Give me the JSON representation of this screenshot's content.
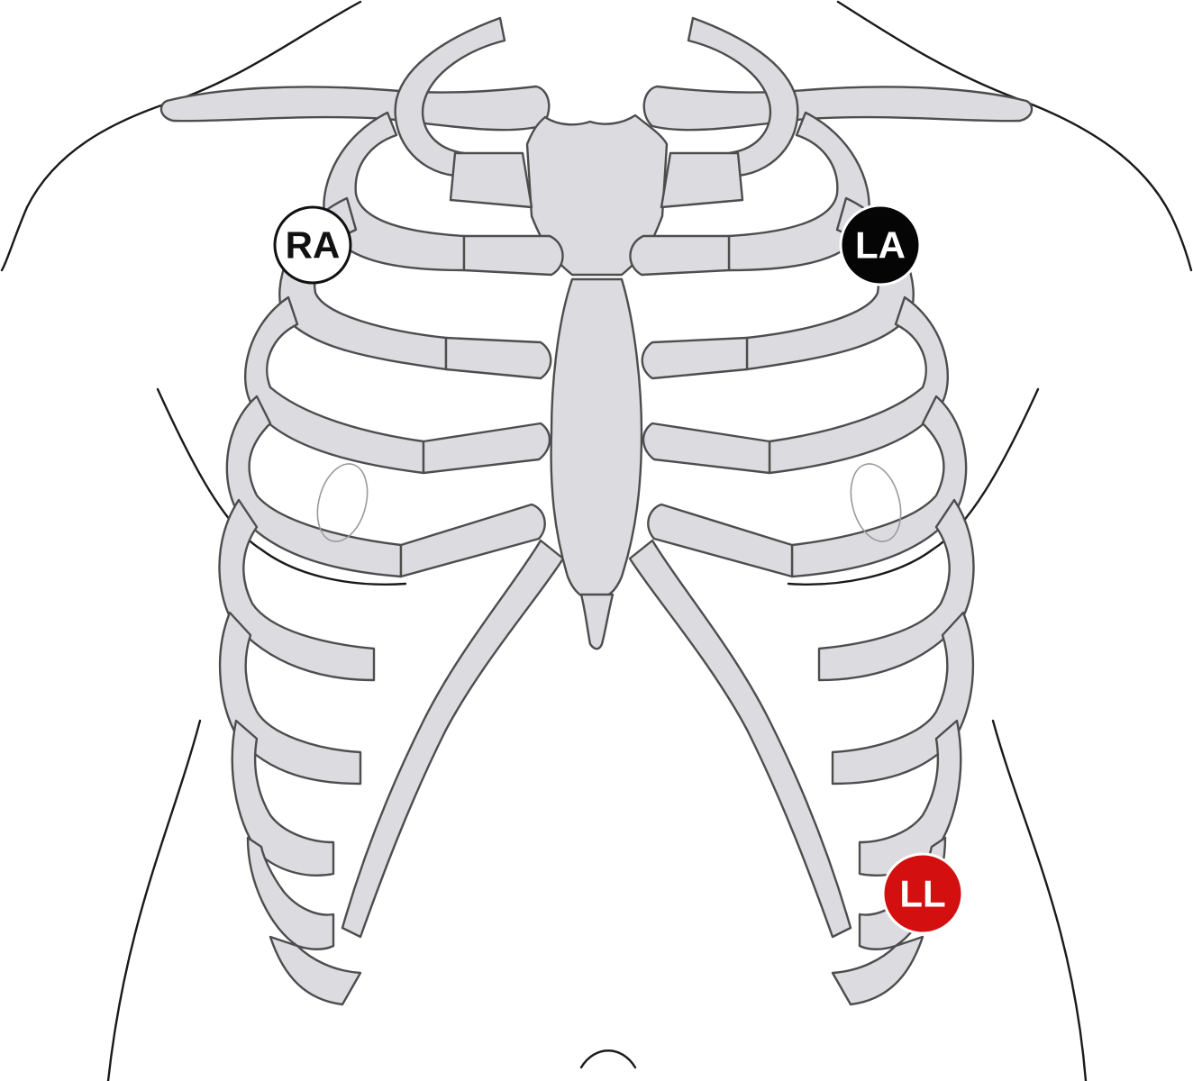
{
  "electrodes": {
    "ra": {
      "label": "RA",
      "fill": "#ffffff",
      "text_color": "#111111"
    },
    "la": {
      "label": "LA",
      "fill": "#050505",
      "text_color": "#ffffff"
    },
    "ll": {
      "label": "LL",
      "fill": "#d40f0f",
      "text_color": "#ffffff"
    }
  },
  "colors": {
    "bone_fill": "#dcdce0",
    "bone_outline": "#4d4d4d",
    "body_outline": "#1a1a1a"
  }
}
